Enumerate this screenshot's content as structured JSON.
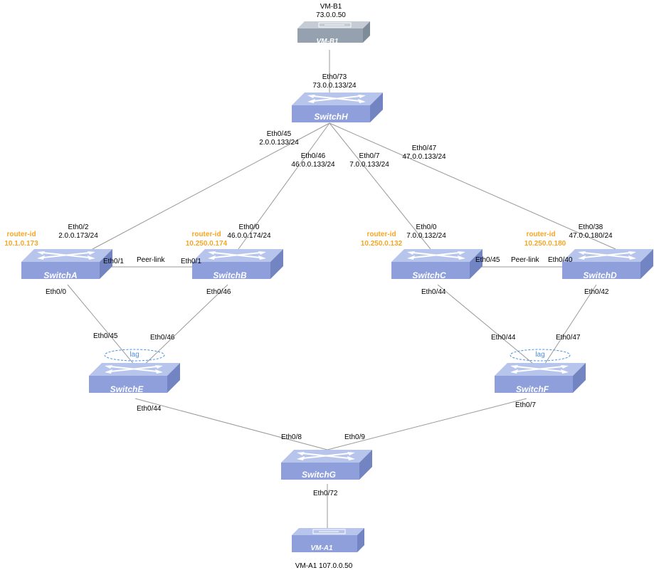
{
  "colors": {
    "switch_top": "#b7c4ec",
    "switch_front": "#8e9fdb",
    "switch_side": "#7384c2",
    "vm_b1_top": "#c5ccd6",
    "vm_b1_front": "#95a1af",
    "router_id": "#f5a623",
    "lag": "#4a90e2",
    "link": "#9a9a9a"
  },
  "nodes": {
    "vm_b1": {
      "title": "VM-B1",
      "ip": "73.0.0.50",
      "badge": "VM-B1",
      "icon": "server-icon"
    },
    "vm_a1": {
      "caption": "VM-A1 107.0.0.50",
      "badge": "VM-A1",
      "icon": "server-icon"
    },
    "switch_h": {
      "name": "SwitchH",
      "icon": "switch-icon"
    },
    "switch_a": {
      "name": "SwitchA",
      "icon": "switch-icon",
      "router_id_label": "router-id",
      "router_id": "10.1.0.173"
    },
    "switch_b": {
      "name": "SwitchB",
      "icon": "switch-icon",
      "router_id_label": "router-id",
      "router_id": "10.250.0.174"
    },
    "switch_c": {
      "name": "SwitchC",
      "icon": "switch-icon",
      "router_id_label": "router-id",
      "router_id": "10.250.0.132"
    },
    "switch_d": {
      "name": "SwitchD",
      "icon": "switch-icon",
      "router_id_label": "router-id",
      "router_id": "10.250.0.180"
    },
    "switch_e": {
      "name": "SwitchE",
      "icon": "switch-icon",
      "lag": "lag"
    },
    "switch_f": {
      "name": "SwitchF",
      "icon": "switch-icon",
      "lag": "lag"
    },
    "switch_g": {
      "name": "SwitchG",
      "icon": "switch-icon"
    }
  },
  "ports": {
    "h_73": {
      "port": "Eth0/73",
      "ip": "73.0.0.133/24"
    },
    "h_45": {
      "port": "Eth0/45",
      "ip": "2.0.0.133/24"
    },
    "h_46": {
      "port": "Eth0/46",
      "ip": "46.0.0.133/24"
    },
    "h_7": {
      "port": "Eth0/7",
      "ip": "7.0.0.133/24"
    },
    "h_47": {
      "port": "Eth0/47",
      "ip": "47.0.0.133/24"
    },
    "a_2": {
      "port": "Eth0/2",
      "ip": "2.0.0.173/24"
    },
    "b_0": {
      "port": "Eth0/0",
      "ip": "46.0.0.174/24"
    },
    "c_0": {
      "port": "Eth0/0",
      "ip": "7.0.0.132/24"
    },
    "d_38": {
      "port": "Eth0/38",
      "ip": "47.0.0.180/24"
    },
    "a_1": "Eth0/1",
    "b_1": "Eth0/1",
    "ab_peer": "Peer-link",
    "c_45": "Eth0/45",
    "d_40": "Eth0/40",
    "cd_peer": "Peer-link",
    "a_0": "Eth0/0",
    "b_46": "Eth0/46",
    "c_44": "Eth0/44",
    "d_42": "Eth0/42",
    "e_45": "Eth0/45",
    "e_46": "Eth0/46",
    "f_44": "Eth0/44",
    "f_47": "Eth0/47",
    "e_44": "Eth0/44",
    "f_7": "Eth0/7",
    "g_8": "Eth0/8",
    "g_9": "Eth0/9",
    "g_72": "Eth0/72"
  }
}
